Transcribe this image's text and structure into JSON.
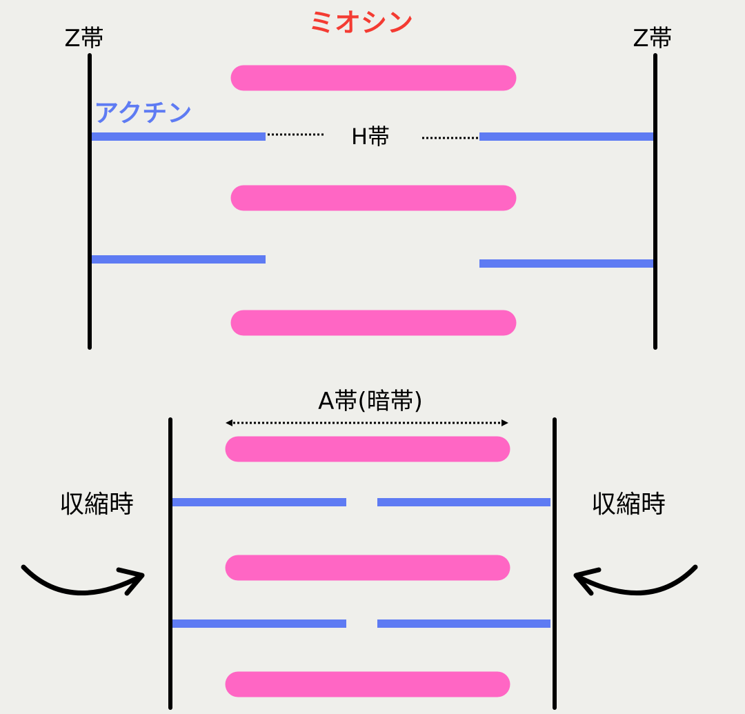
{
  "labels": {
    "z_band_left": "Z帯",
    "z_band_right": "Z帯",
    "myosin": "ミオシン",
    "actin": "アクチン",
    "h_band": "H帯",
    "a_band": "A帯(暗帯)",
    "contraction_left": "収縮時",
    "contraction_right": "収縮時"
  },
  "colors": {
    "background": "#efefeb",
    "myosin": "#ff66c4",
    "actin": "#5e7bf3",
    "line": "#000000",
    "myosin_label": "#f43b32",
    "actin_label": "#5e7bf3"
  }
}
